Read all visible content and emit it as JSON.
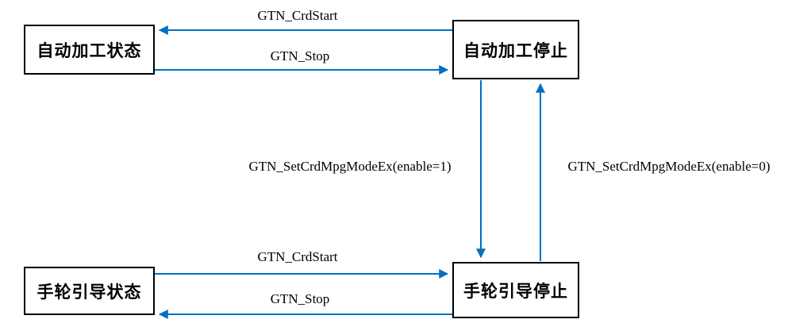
{
  "diagram": {
    "accent_color": "#0070C0",
    "nodes": {
      "auto_run": {
        "label": "自动加工状态"
      },
      "auto_stop": {
        "label": "自动加工停止"
      },
      "mpg_run": {
        "label": "手轮引导状态"
      },
      "mpg_stop": {
        "label": "手轮引导停止"
      }
    },
    "edges": {
      "top_crdstart": {
        "label": "GTN_CrdStart"
      },
      "top_stop": {
        "label": "GTN_Stop"
      },
      "enable_mpg": {
        "label": "GTN_SetCrdMpgModeEx(enable=1)"
      },
      "disable_mpg": {
        "label": "GTN_SetCrdMpgModeEx(enable=0)"
      },
      "bottom_crdstart": {
        "label": "GTN_CrdStart"
      },
      "bottom_stop": {
        "label": "GTN_Stop"
      }
    }
  }
}
